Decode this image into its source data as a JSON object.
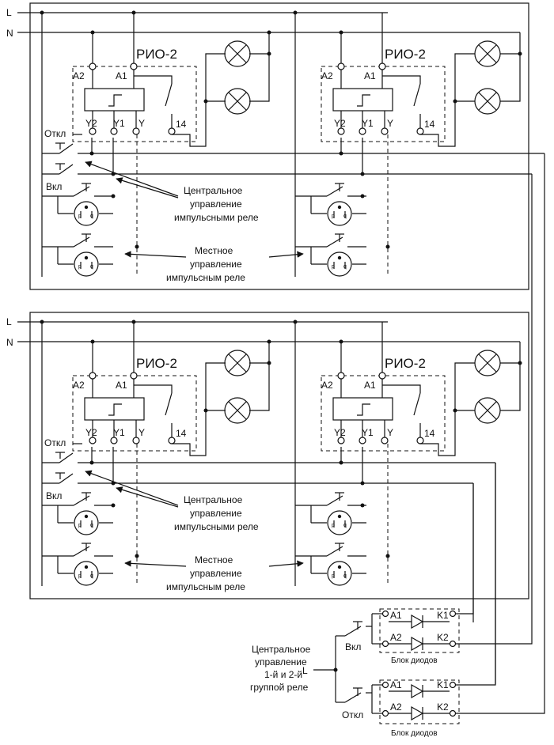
{
  "lines": {
    "L": "L",
    "N": "N"
  },
  "relay": {
    "name": "РИО-2",
    "terminals": {
      "a2": "A2",
      "a1": "A1",
      "y2": "Y2",
      "y1": "Y1",
      "y": "Y",
      "t14": "14"
    }
  },
  "switches": {
    "off": "Откл",
    "on": "Вкл"
  },
  "notes": {
    "central": [
      "Центральное",
      "управление",
      "импульсными реле"
    ],
    "local": [
      "Местное",
      "управление",
      "импульсным реле"
    ],
    "group": [
      "Центральное",
      "управление",
      "1-й и 2-й",
      "группой реле"
    ]
  },
  "diode_block": {
    "title": "Блок диодов",
    "a1": "A1",
    "a2": "A2",
    "k1": "K1",
    "k2": "K2"
  },
  "bottom": {
    "L": "L",
    "on": "Вкл",
    "off": "Откл"
  }
}
